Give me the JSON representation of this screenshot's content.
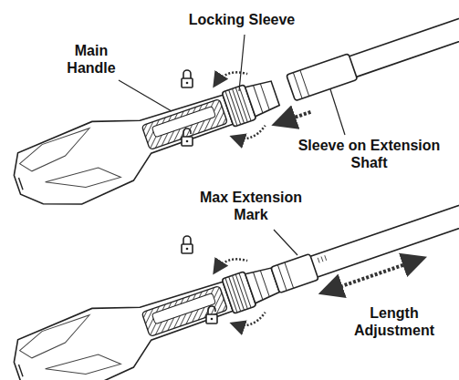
{
  "diagram": {
    "labels": [
      "Main Handle",
      "Locking Sleeve",
      "Sleeve on Extension Shaft",
      "Max Extension Mark",
      "Length Adjustment"
    ]
  }
}
